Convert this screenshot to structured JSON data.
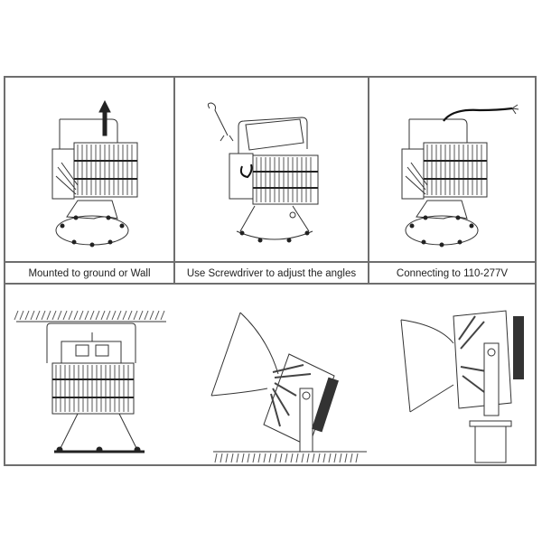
{
  "diagram": {
    "title": "",
    "top_row": [
      {
        "caption": "Mounted to ground or Wall",
        "illustration": "flood-light-mount-arrow-up"
      },
      {
        "caption": "Use Screwdriver to adjust the angles",
        "illustration": "flood-light-with-wrench-adjusting"
      },
      {
        "caption": "Connecting to 110-277V",
        "illustration": "flood-light-with-power-cable"
      }
    ],
    "bottom_row": [
      {
        "illustration": "ceiling-mounted-flood-light-front-view"
      },
      {
        "illustration": "ground-mounted-flood-light-tilted-side-view"
      },
      {
        "illustration": "pole-mounted-flood-light-side-view"
      }
    ],
    "colors": {
      "border": "#6e6e6e",
      "line": "#333333",
      "background": "#ffffff"
    }
  }
}
